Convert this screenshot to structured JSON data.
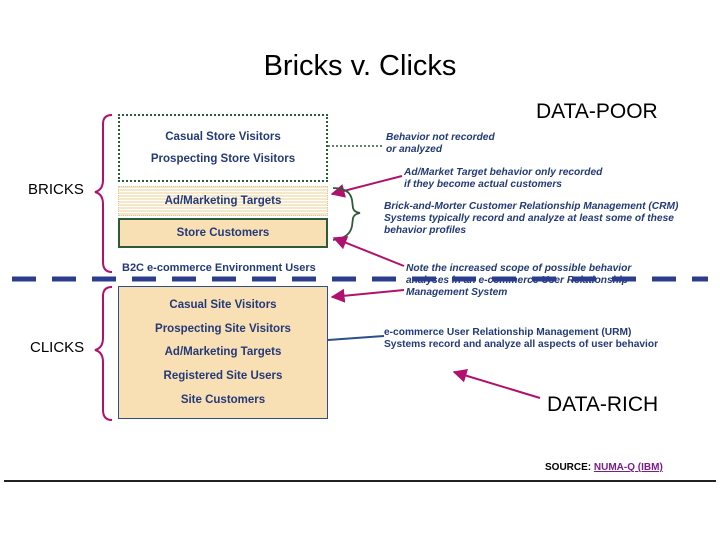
{
  "title": "Bricks v. Clicks",
  "labels": {
    "data_poor": "DATA-POOR",
    "data_rich": "DATA-RICH",
    "bricks": "BRICKS",
    "clicks": "CLICKS"
  },
  "bricks_boxes": {
    "casual_store_visitors": "Casual Store Visitors",
    "prospecting_store_visitors": "Prospecting Store Visitors",
    "ad_marketing_targets": "Ad/Marketing Targets",
    "store_customers": "Store Customers"
  },
  "b2c_label": "B2C e-commerce Environment Users",
  "clicks_boxes": [
    "Casual Site Visitors",
    "Prospecting Site Visitors",
    "Ad/Marketing Targets",
    "Registered Site Users",
    "Site Customers"
  ],
  "annotations": {
    "behavior_not_recorded": [
      "Behavior not recorded",
      "or analyzed"
    ],
    "ad_market_target": [
      "Ad/Market Target behavior only recorded",
      "if they become actual customers"
    ],
    "crm": [
      "Brick-and-Morter Customer Relationship Management (CRM)",
      "Systems typically record and analyze at least some of these",
      "behavior profiles"
    ],
    "note_scope": [
      "Note the increased scope of possible behavior",
      "analyses in an e-commerce User Relationship",
      "Management System"
    ],
    "urm": [
      "e-commerce User Relationship Management (URM)",
      "Systems record and analyze all aspects of user behavior"
    ]
  },
  "source": {
    "prefix": "SOURCE: ",
    "link_text": "NUMA-Q (IBM)"
  },
  "colors": {
    "navy_text": "#233a78",
    "arrow": "#b0106e",
    "box_fill": "#f9dfb4",
    "divider": "#2a3d8f"
  }
}
